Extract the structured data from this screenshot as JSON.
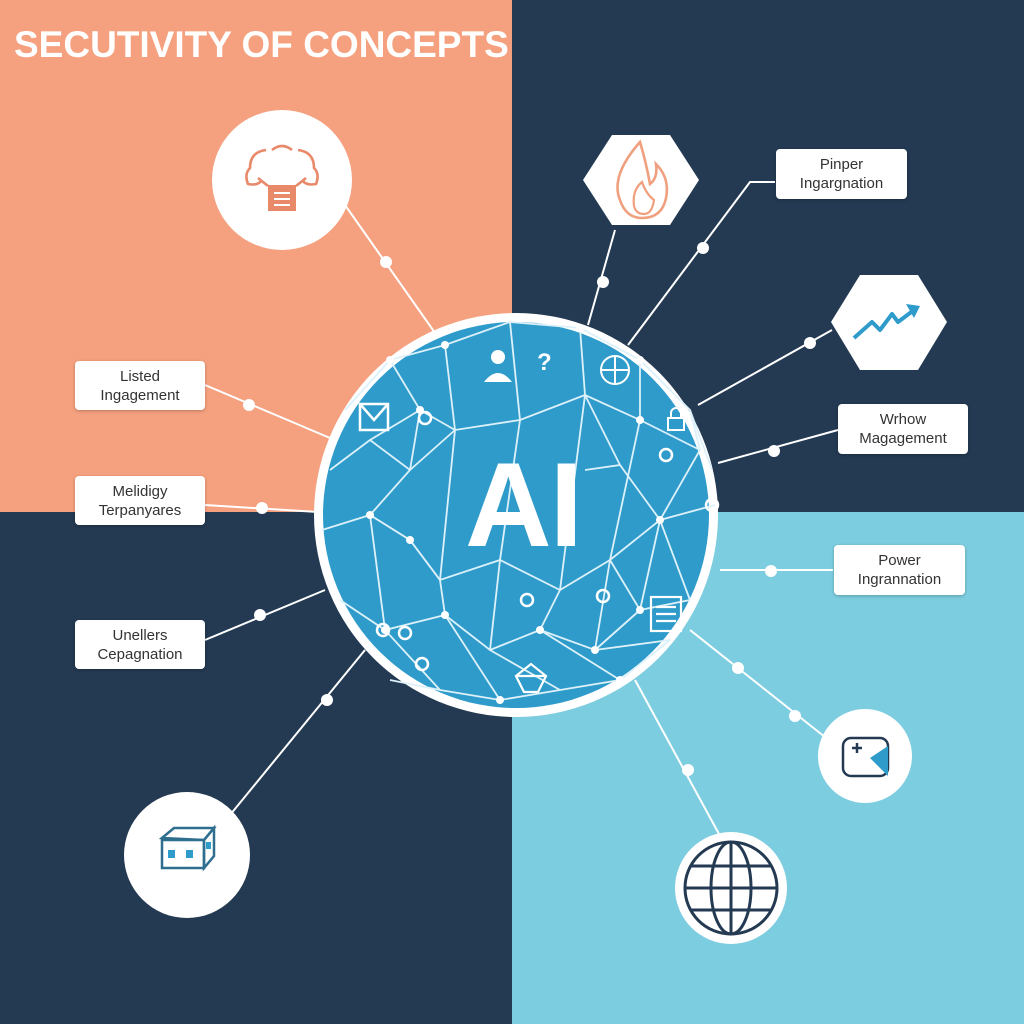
{
  "title": "SECUTIVITY OF CONCEPTS",
  "colors": {
    "top_left_bg": "#F5A07E",
    "dark_bg": "#243A52",
    "bottom_right_bg": "#7DCDE0",
    "hub_fill": "#2E9BCB",
    "line": "#FFFFFF"
  },
  "hub": {
    "text": "AI"
  },
  "labels": [
    {
      "id": "listed-engagement",
      "lines": [
        "Listed",
        "Ingagement"
      ]
    },
    {
      "id": "melidigy",
      "lines": [
        "Melidigy",
        "Terpanyares"
      ]
    },
    {
      "id": "unellers",
      "lines": [
        "Unellers",
        "Cepagnation"
      ]
    },
    {
      "id": "pinper",
      "lines": [
        "Pinper",
        "Ingargnation"
      ]
    },
    {
      "id": "wrhow",
      "lines": [
        "Wrhow",
        "Magagement"
      ]
    },
    {
      "id": "power",
      "lines": [
        "Power",
        "Ingrannation"
      ]
    }
  ],
  "icons": [
    {
      "id": "brain-document",
      "name": "brain-document-icon",
      "shape": "circle"
    },
    {
      "id": "flame",
      "name": "flame-icon",
      "shape": "hexagon"
    },
    {
      "id": "trend-arrow",
      "name": "trend-arrow-icon",
      "shape": "hexagon"
    },
    {
      "id": "cube",
      "name": "cube-icon",
      "shape": "circle"
    },
    {
      "id": "globe",
      "name": "globe-icon",
      "shape": "circle"
    },
    {
      "id": "chart-plus",
      "name": "chart-plus-icon",
      "shape": "circle"
    }
  ]
}
